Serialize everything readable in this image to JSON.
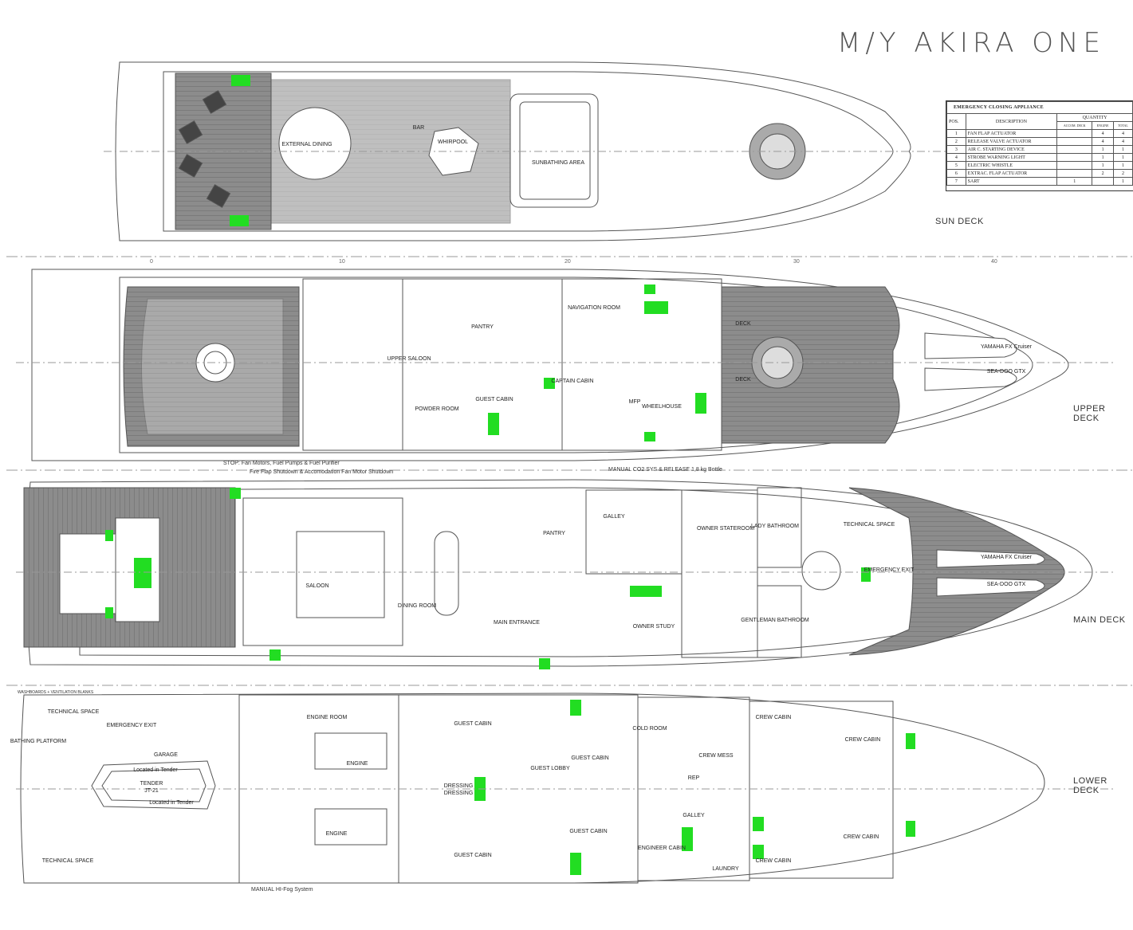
{
  "title": "M/Y AKIRA ONE",
  "decks": {
    "sun": "SUN DECK",
    "upper": "UPPER DECK",
    "main": "MAIN DECK",
    "lower": "LOWER DECK"
  },
  "rooms": {
    "sun": [
      "EXTERNAL DINING",
      "BAR",
      "WHIRPOOL",
      "SUNBATHING AREA"
    ],
    "upper": [
      "UPPER SALOON",
      "PANTRY",
      "NAVIGATION ROOM",
      "CAPTAIN CABIN",
      "GUEST CABIN",
      "POWDER ROOM",
      "WHEELHOUSE",
      "MFP",
      "DECK",
      "DECK",
      "YAMAHA FX Cruiser",
      "SEA-DOO GTX"
    ],
    "main": [
      "SALOON",
      "DINING ROOM",
      "PANTRY",
      "GALLEY",
      "MAIN ENTRANCE",
      "OWNER STUDY",
      "OWNER STATEROOM",
      "LADY BATHROOM",
      "GENTLEMAN BATHROOM",
      "TECHNICAL SPACE",
      "EMERGENCY EXIT",
      "YAMAHA FX Cruiser",
      "SEA-DOO GTX"
    ],
    "lower": [
      "TECHNICAL SPACE",
      "BATHING PLATFORM",
      "GARAGE",
      "TENDER",
      "JT-21",
      "Located in Tender",
      "Located in Tender",
      "EMERGENCY EXIT",
      "ENGINE ROOM",
      "ENGINE",
      "ENGINE",
      "GUEST CABIN",
      "GUEST CABIN",
      "GUEST LOBBY",
      "GUEST CABIN",
      "GUEST CABIN",
      "DRESSING",
      "DRESSING",
      "COLD ROOM",
      "CREW MESS",
      "GALLEY",
      "ENGINEER CABIN",
      "LAUNDRY",
      "CREW CABIN",
      "CREW CABIN",
      "CREW CABIN",
      "CREW CABIN",
      "TECHNICAL SPACE",
      "REP"
    ]
  },
  "notes": {
    "stop_line1": "STOP: Fan Motors, Fuel Pumps & Fuel Purifier",
    "stop_line2": "Fire Flap Shutdown & Accomodation Fan Motor Shutdown",
    "co2": "MANUAL CO2 SYS & RELEASE 1,8 kg Bottle",
    "hifog": "MANUAL HI-Fog System",
    "washboards": "WASHBOARDS + VENTILATION BLANKS"
  },
  "frame_numbers": [
    "0",
    "10",
    "20",
    "30",
    "40"
  ],
  "legend": {
    "caption": "EMERGENCY CLOSING APPLIANCE",
    "headers": {
      "pos": "POS.",
      "description": "DESCRIPTION",
      "quantity": "QUANTITY",
      "sub": [
        "ACCOM. DECK",
        "ENGINE",
        "TOTAL"
      ]
    },
    "rows": [
      {
        "pos": "1",
        "description": "FAN FLAP ACTUATOR",
        "a": "",
        "e": "4",
        "t": "4"
      },
      {
        "pos": "2",
        "description": "RELEASE VALVE ACTUATOR",
        "a": "",
        "e": "4",
        "t": "4"
      },
      {
        "pos": "3",
        "description": "AIR C. STARTING DEVICE",
        "a": "",
        "e": "1",
        "t": "1"
      },
      {
        "pos": "4",
        "description": "STROBE WARNING LIGHT",
        "a": "",
        "e": "1",
        "t": "1"
      },
      {
        "pos": "5",
        "description": "ELECTRIC WHISTLE",
        "a": "",
        "e": "1",
        "t": "1"
      },
      {
        "pos": "6",
        "description": "EXTRAC. FLAP ACTUATOR",
        "a": "",
        "e": "2",
        "t": "2"
      },
      {
        "pos": "7",
        "description": "SART",
        "a": "1",
        "e": "",
        "t": "1"
      }
    ]
  },
  "colors": {
    "line": "#555555",
    "deck": "#7a7a7a",
    "safety_green": "#22dd22",
    "safety_red": "#cc1111",
    "furniture": "#444444"
  }
}
